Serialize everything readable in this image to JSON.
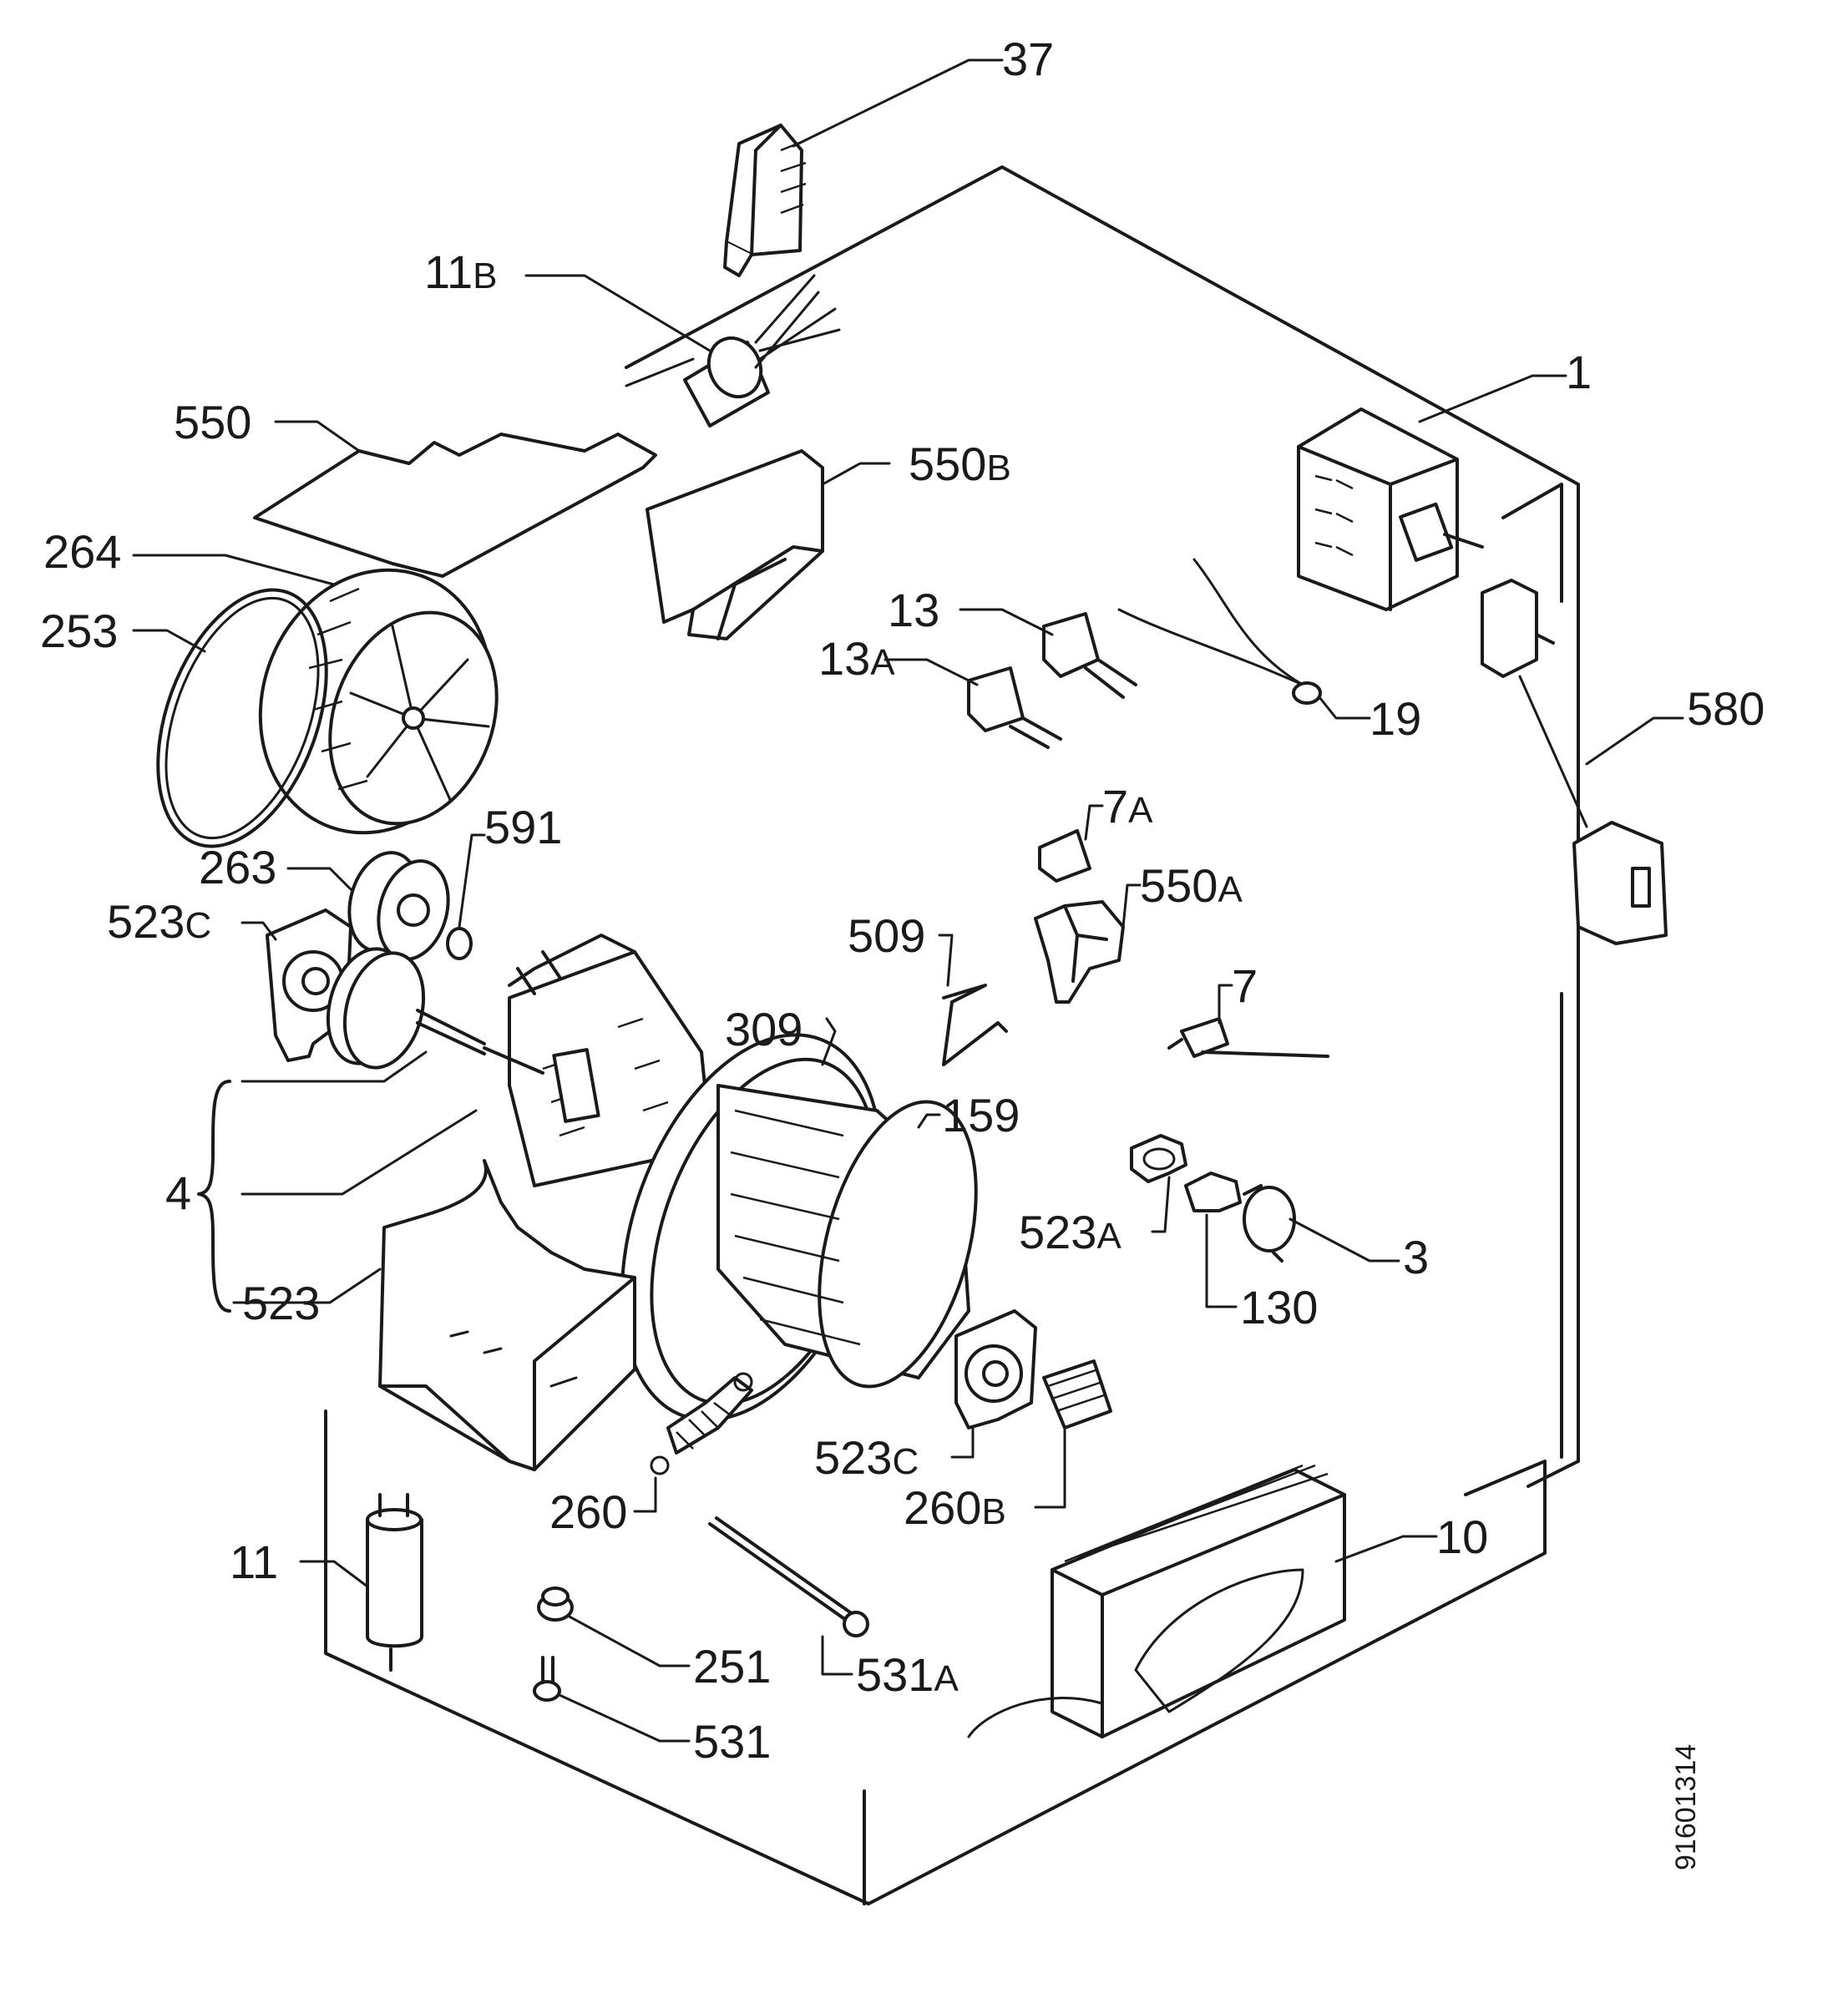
{
  "labels": [
    {
      "id": "p37",
      "num": "37",
      "sfx": ""
    },
    {
      "id": "p11b",
      "num": "11",
      "sfx": "B"
    },
    {
      "id": "p1",
      "num": "1",
      "sfx": ""
    },
    {
      "id": "p550",
      "num": "550",
      "sfx": ""
    },
    {
      "id": "p550b",
      "num": "550",
      "sfx": "B"
    },
    {
      "id": "p264",
      "num": "264",
      "sfx": ""
    },
    {
      "id": "p253",
      "num": "253",
      "sfx": ""
    },
    {
      "id": "p13",
      "num": "13",
      "sfx": ""
    },
    {
      "id": "p13a",
      "num": "13",
      "sfx": "A"
    },
    {
      "id": "p19",
      "num": "19",
      "sfx": ""
    },
    {
      "id": "p580",
      "num": "580",
      "sfx": ""
    },
    {
      "id": "p7a",
      "num": "7",
      "sfx": "A"
    },
    {
      "id": "p550a",
      "num": "550",
      "sfx": "A"
    },
    {
      "id": "p263",
      "num": "263",
      "sfx": ""
    },
    {
      "id": "p591",
      "num": "591",
      "sfx": ""
    },
    {
      "id": "p523c1",
      "num": "523",
      "sfx": "C"
    },
    {
      "id": "p509",
      "num": "509",
      "sfx": ""
    },
    {
      "id": "p7",
      "num": "7",
      "sfx": ""
    },
    {
      "id": "p309",
      "num": "309",
      "sfx": ""
    },
    {
      "id": "p159",
      "num": "159",
      "sfx": ""
    },
    {
      "id": "p4",
      "num": "4",
      "sfx": ""
    },
    {
      "id": "p523a",
      "num": "523",
      "sfx": "A"
    },
    {
      "id": "p3",
      "num": "3",
      "sfx": ""
    },
    {
      "id": "p130",
      "num": "130",
      "sfx": ""
    },
    {
      "id": "p523",
      "num": "523",
      "sfx": ""
    },
    {
      "id": "p523c2",
      "num": "523",
      "sfx": "C"
    },
    {
      "id": "p260b",
      "num": "260",
      "sfx": "B"
    },
    {
      "id": "p260",
      "num": "260",
      "sfx": ""
    },
    {
      "id": "p10",
      "num": "10",
      "sfx": ""
    },
    {
      "id": "p11",
      "num": "11",
      "sfx": ""
    },
    {
      "id": "p251",
      "num": "251",
      "sfx": ""
    },
    {
      "id": "p531a",
      "num": "531",
      "sfx": "A"
    },
    {
      "id": "p531",
      "num": "531",
      "sfx": ""
    }
  ],
  "drawing_code": "91601314"
}
